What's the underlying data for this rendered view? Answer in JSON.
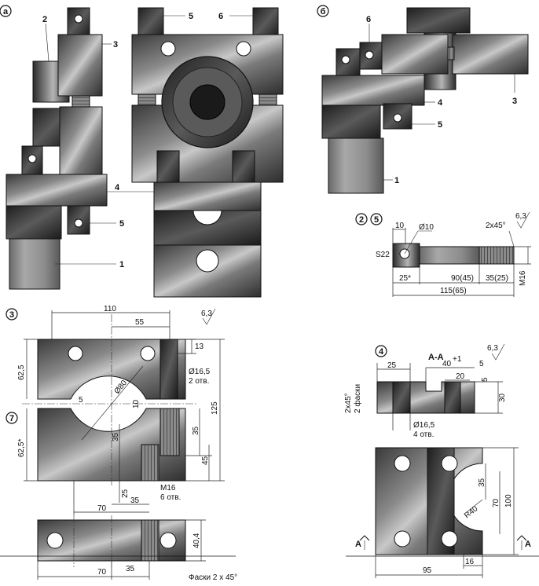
{
  "views": {
    "a": "а",
    "b": "б"
  },
  "parts": {
    "p1": "1",
    "p2": "2",
    "p3": "3",
    "p4": "4",
    "p5": "5",
    "p6": "6",
    "p7": "7"
  },
  "bolt": {
    "d10": "10",
    "d_hole": "Ø10",
    "chamfer": "2x45°",
    "s22": "S22",
    "d25": "25*",
    "d90": "90(45)",
    "d35": "35(25)",
    "d115": "115(65)",
    "m16": "M16",
    "rough": "6,3"
  },
  "plate": {
    "d110": "110",
    "d55": "55",
    "d13": "13",
    "d_hole": "Ø16,5",
    "holes": "2 отв.",
    "d62a": "62,5",
    "d62b": "62,5*",
    "d125": "125",
    "d80": "Ø80",
    "d5": "5",
    "d10": "10",
    "d35a": "35",
    "d45": "45",
    "d35b": "35",
    "d25": "25",
    "d35c": "35",
    "m16": "M16",
    "m_holes": "6 отв.",
    "d70": "70",
    "d40": "40,4",
    "d70b": "70",
    "d35d": "35",
    "chamfers": "Фаски 2 x 45°",
    "rough": "6,3"
  },
  "block": {
    "section": "A-A",
    "d25": "25",
    "d40": "40",
    "d40_tol": "+1",
    "d5": "5",
    "d20": "20",
    "d5b": "5",
    "d30": "30",
    "chamfer_a": "2x45°",
    "chamfer_b": "2 фаски",
    "d_hole": "Ø16,5",
    "holes": "4 отв.",
    "d35": "35",
    "d70": "70",
    "d100": "100",
    "r40": "R40",
    "d95": "95",
    "d16": "16",
    "cut_a": "A",
    "rough": "6,3"
  }
}
